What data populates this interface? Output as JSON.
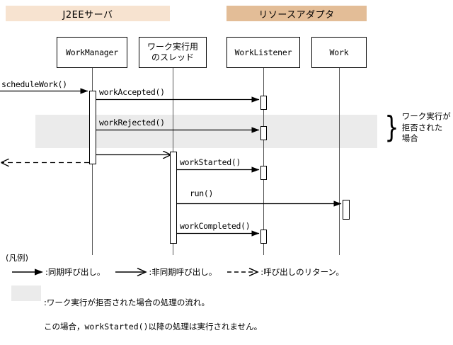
{
  "diagram": {
    "type": "uml-sequence-diagram",
    "groups": [
      {
        "id": "j2ee",
        "label": "J2EEサーバ",
        "color": "#f7e3d0"
      },
      {
        "id": "resource-adapter",
        "label": "リソースアダプタ",
        "color": "#e3bd97"
      }
    ],
    "participants": [
      {
        "id": "workmanager",
        "label": "WorkManager",
        "group": "j2ee",
        "mono": true
      },
      {
        "id": "thread",
        "label": "ワーク実行用\nのスレッド",
        "group": "j2ee",
        "mono": false
      },
      {
        "id": "worklistener",
        "label": "WorkListener",
        "group": "resource-adapter",
        "mono": true
      },
      {
        "id": "work",
        "label": "Work",
        "group": "resource-adapter",
        "mono": true
      }
    ],
    "messages": [
      {
        "id": "schedulework",
        "label": "scheduleWork()",
        "from": "actor",
        "to": "workmanager",
        "kind": "sync"
      },
      {
        "id": "workaccepted",
        "label": "workAccepted()",
        "from": "workmanager",
        "to": "worklistener",
        "kind": "sync"
      },
      {
        "id": "workrejected",
        "label": "workRejected()",
        "from": "workmanager",
        "to": "worklistener",
        "kind": "sync",
        "highlighted": true
      },
      {
        "id": "startthread",
        "label": "",
        "from": "workmanager",
        "to": "thread",
        "kind": "async"
      },
      {
        "id": "return",
        "label": "",
        "from": "workmanager",
        "to": "actor",
        "kind": "return"
      },
      {
        "id": "workstarted",
        "label": "workStarted()",
        "from": "thread",
        "to": "worklistener",
        "kind": "sync"
      },
      {
        "id": "run",
        "label": "run()",
        "from": "thread",
        "to": "work",
        "kind": "sync"
      },
      {
        "id": "workcompleted",
        "label": "workCompleted()",
        "from": "thread",
        "to": "worklistener",
        "kind": "sync"
      }
    ],
    "annotation": {
      "id": "rejected-case",
      "brace": "}",
      "text": "ワーク実行が\n拒否された\n場合"
    },
    "highlight_color": "#ebebeb"
  },
  "legend": {
    "title": "(凡例)",
    "entries": [
      {
        "id": "sync",
        "glyph": "solid-arrow",
        "separator": ":",
        "label": "同期呼び出し。"
      },
      {
        "id": "async",
        "glyph": "open-arrow",
        "separator": ":",
        "label": "非同期呼び出し。"
      },
      {
        "id": "return",
        "glyph": "dashed-arrow",
        "separator": ":",
        "label": "呼び出しのリターン。"
      }
    ],
    "note": {
      "swatch_color": "#ebebeb",
      "separator": ":",
      "line1": "ワーク実行が拒否された場合の処理の流れ。",
      "line2_prefix": "この場合，",
      "line2_mono": "workStarted()",
      "line2_suffix": "以降の処理は実行されません。"
    }
  }
}
